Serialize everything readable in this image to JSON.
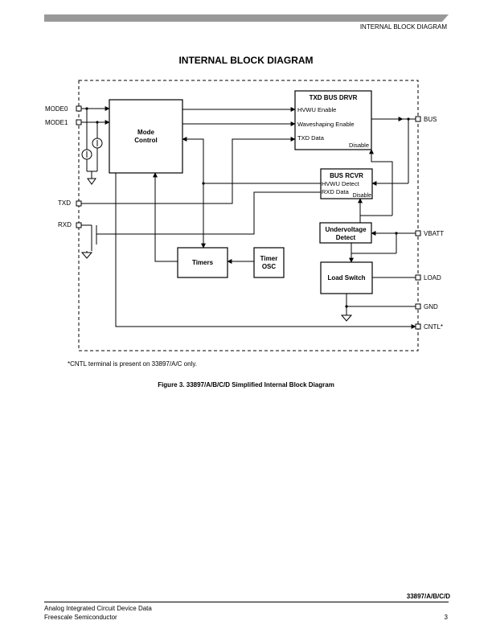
{
  "header": {
    "title": "INTERNAL BLOCK DIAGRAM"
  },
  "section_title": "INTERNAL BLOCK DIAGRAM",
  "diagram": {
    "pins": {
      "mode0": "MODE0",
      "mode1": "MODE1",
      "txd": "TXD",
      "rxd": "RXD",
      "bus": "BUS",
      "vbatt": "VBATT",
      "load": "LOAD",
      "gnd": "GND",
      "cntl": "CNTL*"
    },
    "blocks": {
      "mode_control": [
        "Mode",
        "Control"
      ],
      "txd_bus_drvr": {
        "title": "TXD BUS DRVR",
        "hvwu_enable": "HVWU Enable",
        "waveshaping_enable": "Waveshaping Enable",
        "txd_data": "TXD  Data",
        "disable": "Disable"
      },
      "bus_rcvr": {
        "title": "BUS RCVR",
        "hvwu_detect": "HVWU Detect",
        "rxd_data": "RXD Data",
        "disable": "Disable"
      },
      "undervoltage_detect": [
        "Undervoltage",
        "Detect"
      ],
      "load_switch": "Load Switch",
      "timers": "Timers",
      "timer_osc": [
        "Timer",
        "OSC"
      ]
    }
  },
  "footnote": "*CNTL terminal is present on 33897/A/C only.",
  "caption": "Figure 3. 33897/A/B/C/D Simplified Internal Block Diagram",
  "footer": {
    "part_number": "33897/A/B/C/D",
    "line1": "Analog Integrated Circuit Device Data",
    "line2": "Freescale Semiconductor",
    "page": "3"
  }
}
